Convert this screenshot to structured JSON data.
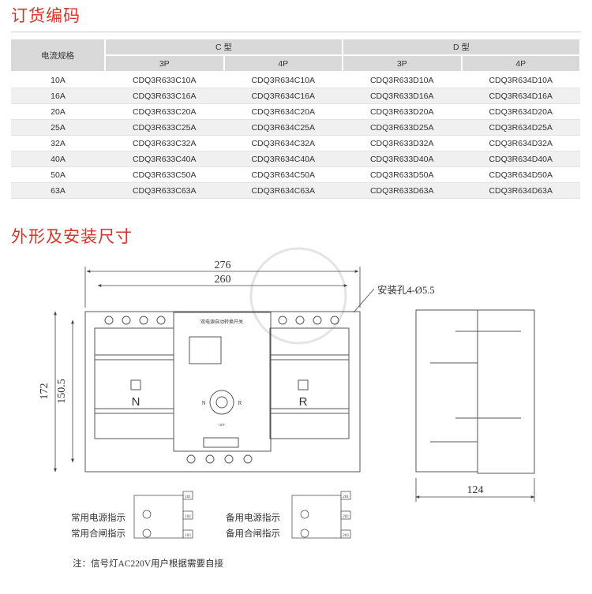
{
  "section_order": {
    "title": "订货编码"
  },
  "table": {
    "row_header": "电流规格",
    "groups": [
      {
        "name": "C 型",
        "subs": [
          "3P",
          "4P"
        ]
      },
      {
        "name": "D 型",
        "subs": [
          "3P",
          "4P"
        ]
      }
    ],
    "rows": [
      [
        "10A",
        "CDQ3R633C10A",
        "CDQ3R634C10A",
        "CDQ3R633D10A",
        "CDQ3R634D10A"
      ],
      [
        "16A",
        "CDQ3R633C16A",
        "CDQ3R634C16A",
        "CDQ3R633D16A",
        "CDQ3R634D16A"
      ],
      [
        "20A",
        "CDQ3R633C20A",
        "CDQ3R634C20A",
        "CDQ3R633D20A",
        "CDQ3R634D20A"
      ],
      [
        "25A",
        "CDQ3R633C25A",
        "CDQ3R634C25A",
        "CDQ3R633D25A",
        "CDQ3R634D25A"
      ],
      [
        "32A",
        "CDQ3R633C32A",
        "CDQ3R634C32A",
        "CDQ3R633D32A",
        "CDQ3R634D32A"
      ],
      [
        "40A",
        "CDQ3R633C40A",
        "CDQ3R634C40A",
        "CDQ3R633D40A",
        "CDQ3R634D40A"
      ],
      [
        "50A",
        "CDQ3R633C50A",
        "CDQ3R634C50A",
        "CDQ3R633D50A",
        "CDQ3R634D50A"
      ],
      [
        "63A",
        "CDQ3R633C63A",
        "CDQ3R634C63A",
        "CDQ3R633D63A",
        "CDQ3R634D63A"
      ]
    ]
  },
  "section_dims": {
    "title": "外形及安装尺寸"
  },
  "dims": {
    "width_outer": "276",
    "width_inner": "260",
    "height_outer": "172",
    "height_inner": "150.5",
    "depth": "124",
    "mount_hole": "安装孔4-Ø5.5"
  },
  "device": {
    "panel_title": "双电源自动转换开关",
    "left_mark": "N",
    "right_mark": "R",
    "knob_left": "N",
    "knob_right": "R",
    "knob_off": "OFF"
  },
  "circuits": {
    "normal_power": "常用电源指示",
    "normal_close": "常用合闸指示",
    "standby_power": "备用电源指示",
    "standby_close": "备用合闸指示",
    "left_terminals": [
      "101",
      "102",
      "103"
    ],
    "right_terminals": [
      "201",
      "202",
      "203"
    ]
  },
  "note": "注：信号灯AC220V用户根据需要自接"
}
